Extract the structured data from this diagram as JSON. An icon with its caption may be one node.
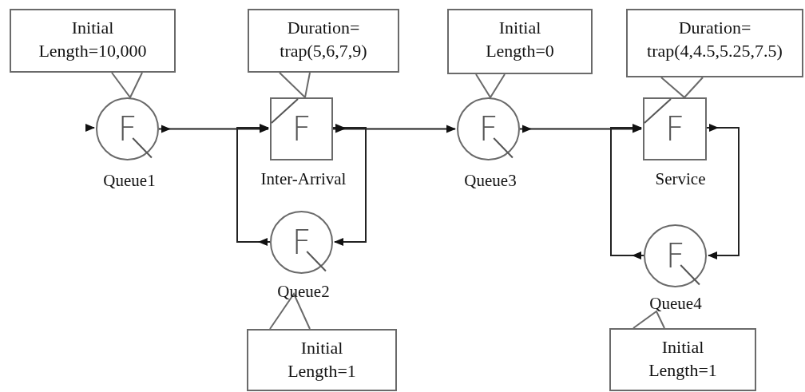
{
  "diagram": {
    "nodes": [
      {
        "text": [
          "Initial Length=10,000"
        ]
      },
      {
        "text": [
          "F"
        ],
        "beside": [
          "Queue1"
        ]
      },
      {
        "text": [
          "Duration= trap(5,6,7,9)"
        ]
      },
      {
        "text": [
          "F"
        ],
        "beside": [
          "Inter-Arrival"
        ]
      },
      {
        "text": [
          "Initial Length=0"
        ]
      },
      {
        "text": [
          "F"
        ],
        "beside": [
          "Queue3"
        ]
      },
      {
        "text": [
          "Duration= trap(4,4.5,5.25,7.5)"
        ]
      },
      {
        "text": [
          "F"
        ],
        "beside": [
          "Service"
        ]
      },
      {
        "text": [
          "F"
        ],
        "beside": [
          "Queue2"
        ]
      },
      {
        "text": [
          "Initial Length=1"
        ]
      },
      {
        "text": [
          "F"
        ],
        "beside": [
          "Queue4"
        ]
      },
      {
        "text": [
          "Initial Length=1"
        ]
      }
    ],
    "edges": [
      {
        "from": null,
        "to": 1,
        "arrow": "to"
      },
      {
        "from": 1,
        "to": 3,
        "arrow": "to"
      },
      {
        "from": 3,
        "to": 5,
        "arrow": "to"
      },
      {
        "from": 3,
        "to": 8,
        "arrow": "to"
      },
      {
        "from": 8,
        "to": 3,
        "arrow": "to"
      },
      {
        "from": 5,
        "to": 7,
        "arrow": "to"
      },
      {
        "from": 7,
        "to": 10,
        "arrow": "to"
      },
      {
        "from": 10,
        "to": 7,
        "arrow": "to"
      },
      {
        "from": 0,
        "to": 1,
        "arrow": "none"
      },
      {
        "from": 2,
        "to": 3,
        "arrow": "none"
      },
      {
        "from": 4,
        "to": 5,
        "arrow": "none"
      },
      {
        "from": 6,
        "to": 7,
        "arrow": "none"
      },
      {
        "from": 9,
        "to": 8,
        "arrow": "none"
      },
      {
        "from": 11,
        "to": 10,
        "arrow": "none"
      }
    ]
  }
}
